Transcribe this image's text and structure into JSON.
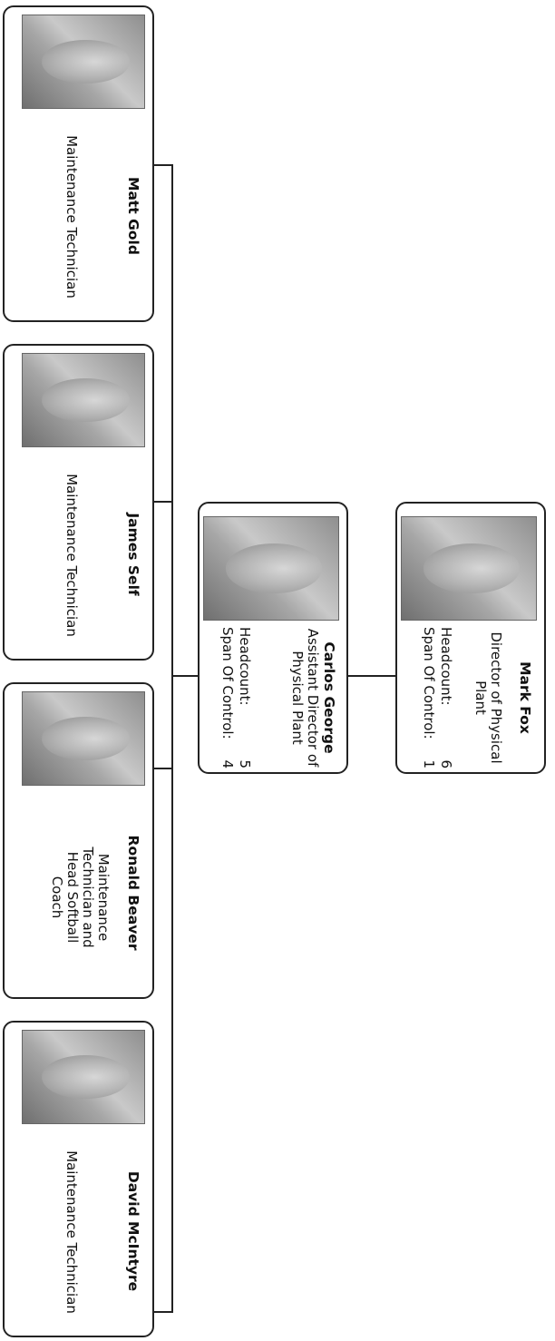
{
  "chart": {
    "nodes": [
      {
        "id": "mark",
        "name": "Mark Fox",
        "title": "Director of Physical Plant",
        "headcount_label": "Headcount:",
        "headcount": "6",
        "span_label": "Span Of Control:",
        "span": "1"
      },
      {
        "id": "carlos",
        "name": "Carlos George",
        "title": "Assistant Director of Physical Plant",
        "headcount_label": "Headcount:",
        "headcount": "5",
        "span_label": "Span Of Control:",
        "span": "4"
      },
      {
        "id": "matt",
        "name": "Matt Gold",
        "title": "Maintenance Technician"
      },
      {
        "id": "james",
        "name": "James Self",
        "title": "Maintenance Technician"
      },
      {
        "id": "ronald",
        "name": "Ronald Beaver",
        "title": "Maintenance Technician and Head Softball Coach"
      },
      {
        "id": "david",
        "name": "David McIntyre",
        "title": "Maintenance Technician"
      }
    ]
  }
}
